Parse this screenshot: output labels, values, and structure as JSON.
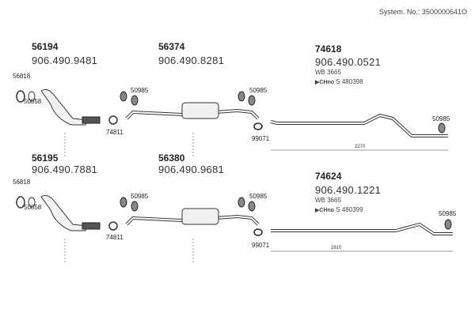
{
  "header": {
    "system_no": "System. No.: 3500000641O"
  },
  "rows": [
    {
      "front": {
        "number": "56194",
        "oem": "906.490.9481"
      },
      "middle": {
        "number": "56374",
        "oem": "906.490.8281"
      },
      "rear": {
        "number": "74618",
        "oem": "906.490.0521",
        "wb": "WB 3665",
        "ch_prefix": "▶CHno",
        "ch": "S 480398"
      },
      "parts": {
        "ring": "56818",
        "gasket": "50858",
        "clamp": "74811",
        "hanger1": "50985",
        "hanger2": "50985",
        "clamp2": "99071",
        "hanger3": "50985"
      },
      "dimension": "2270"
    },
    {
      "front": {
        "number": "56195",
        "oem": "906.490.7881"
      },
      "middle": {
        "number": "56380",
        "oem": "906.490.9681"
      },
      "rear": {
        "number": "74624",
        "oem": "906.490.1221",
        "wb": "WB 3665",
        "ch_prefix": "▶CHno",
        "ch": "S 480399"
      },
      "parts": {
        "ring": "56818",
        "gasket": "50858",
        "clamp": "74811",
        "hanger1": "50985",
        "hanger2": "50985",
        "clamp2": "99071",
        "hanger3": "50985"
      },
      "dimension": "2810"
    }
  ]
}
